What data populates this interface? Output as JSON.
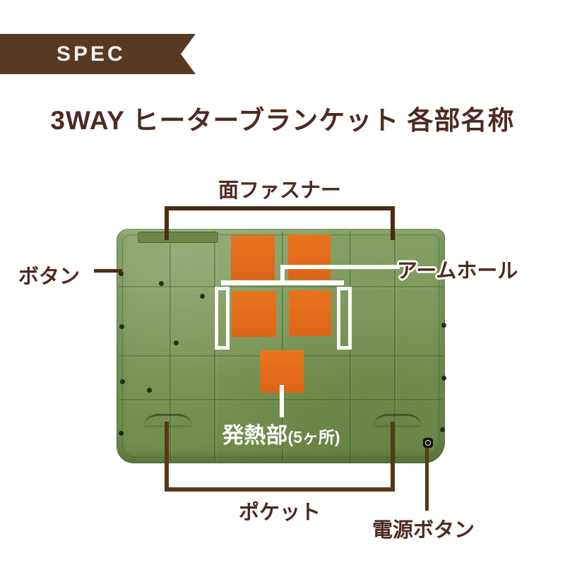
{
  "ribbon": {
    "label": "SPEC"
  },
  "title": "3WAY ヒーターブランケット 各部名称",
  "callouts": {
    "velcro": "面ファスナー",
    "button": "ボタン",
    "armhole": "アームホール",
    "heater": "発熱部",
    "heater_count": "(5ヶ所)",
    "pocket": "ポケット",
    "power": "電源ボタン"
  },
  "product": {
    "heating_zones_count": 5
  },
  "colors": {
    "ribbon_brown": "#5a3922",
    "text_maroon": "#4e2a22",
    "bracket_dark_brown": "#4a2d13",
    "bracket_brown": "#583818",
    "blanket_green": "#7e9b5e",
    "velcro_olive": "#6d8746",
    "heat_orange": "#e06a1e",
    "callout_white": "#fdfdfa"
  }
}
